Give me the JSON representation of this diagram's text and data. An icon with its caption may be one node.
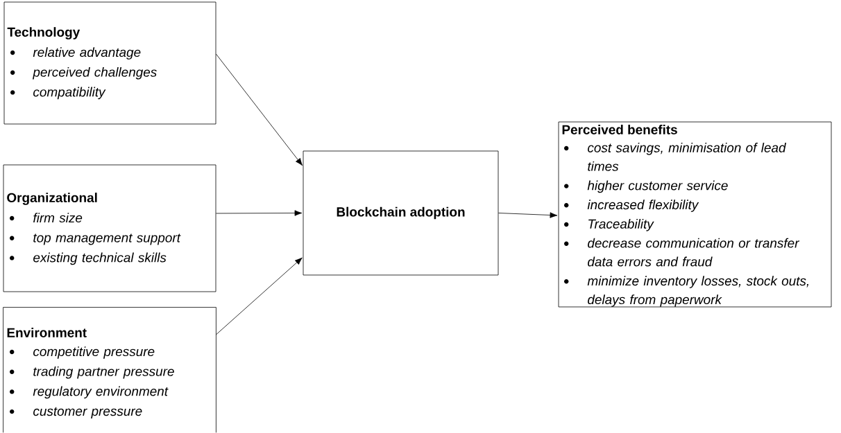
{
  "diagram": {
    "nodes": [
      {
        "text": [
          "Technology",
          "relative advantage",
          "perceived challenges",
          "compatibility"
        ]
      },
      {
        "text": [
          "Organizational",
          "firm size",
          "top management support",
          "existing technical skills"
        ]
      },
      {
        "text": [
          "Environment",
          "competitive pressure",
          "trading partner pressure",
          "regulatory environment",
          "customer pressure"
        ]
      },
      {
        "text": [
          "Blockchain adoption"
        ]
      },
      {
        "text": [
          "Perceived benefits",
          "cost savings, minimisation of lead times",
          "higher customer service",
          "increased flexibility",
          "Traceability",
          "decrease communication or transfer data errors and fraud",
          "minimize inventory losses, stock outs, delays from paperwork"
        ]
      }
    ],
    "edges": [
      {
        "from": 0,
        "to": 3,
        "arrow": "to"
      },
      {
        "from": 1,
        "to": 3,
        "arrow": "to"
      },
      {
        "from": 2,
        "to": 3,
        "arrow": "to"
      },
      {
        "from": 3,
        "to": 4,
        "arrow": "to"
      }
    ]
  }
}
